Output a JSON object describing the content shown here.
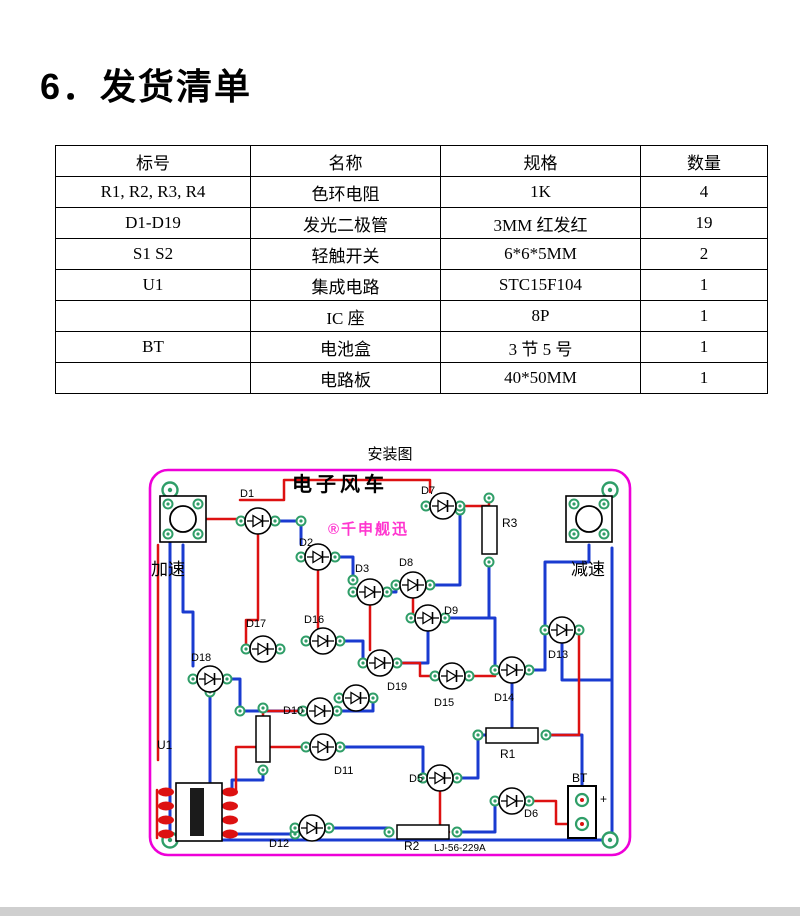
{
  "page": {
    "title": "6．发货清单"
  },
  "table": {
    "headers": [
      "标号",
      "名称",
      "规格",
      "数量"
    ],
    "rows": [
      [
        "R1, R2, R3, R4",
        "色环电阻",
        "1K",
        "4"
      ],
      [
        "D1-D19",
        "发光二极管",
        "3MM 红发红",
        "19"
      ],
      [
        "S1  S2",
        "轻触开关",
        "6*6*5MM",
        "2"
      ],
      [
        "U1",
        "集成电路",
        "STC15F104",
        "1"
      ],
      [
        "",
        "IC 座",
        "8P",
        "1"
      ],
      [
        "BT",
        "电池盒",
        "3 节 5 号",
        "1"
      ],
      [
        "",
        "电路板",
        "40*50MM",
        "1"
      ]
    ]
  },
  "diagram": {
    "caption": "安装图",
    "board_title": "电子风车",
    "watermark": "®千申舰迅",
    "left_switch_label": "加速",
    "right_switch_label": "减速",
    "ic_label": "U1",
    "battery_label": "BT",
    "battery_plus": "+",
    "board_code": "LJ-56-229A",
    "resistors": {
      "r1": "R1",
      "r2": "R2",
      "r3": "R3"
    },
    "leds": {
      "d1": "D1",
      "d2": "D2",
      "d3": "D3",
      "d5": "D5",
      "d6": "D6",
      "d7": "D7",
      "d8": "D8",
      "d9": "D9",
      "d10": "D10",
      "d11": "D11",
      "d12": "D12",
      "d13": "D13",
      "d14": "D14",
      "d15": "D15",
      "d16": "D16",
      "d17": "D17",
      "d18": "D18",
      "d19": "D19"
    },
    "colors": {
      "board_border": "#ee00d8",
      "trace_blue": "#1a3bd0",
      "trace_red": "#dd1111",
      "pad_green": "#2f9e68",
      "watermark_pink": "#ff35cf"
    }
  }
}
